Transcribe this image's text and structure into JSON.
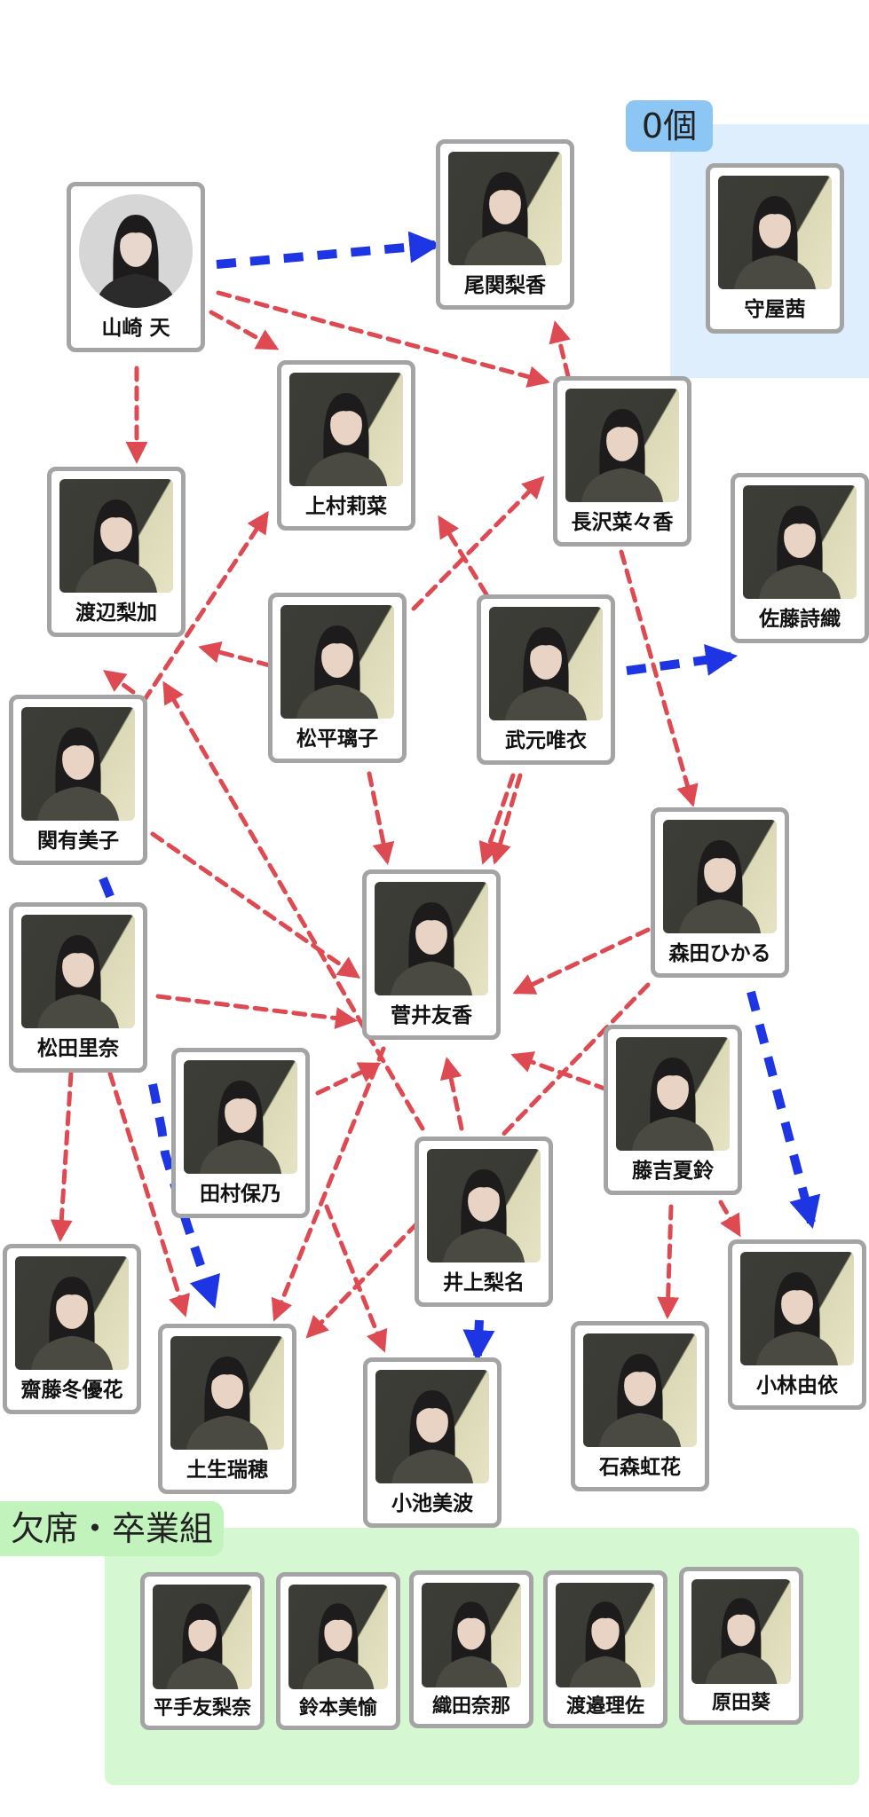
{
  "zones": {
    "zero_label": "0個",
    "absent_label": "欠席・卒業組"
  },
  "colors": {
    "red_arrow": "#dd4a52",
    "blue_arrow": "#1e35e4",
    "card_border": "#a4a4a4",
    "zero_zone": "#deeefc",
    "absent_zone": "#d5f7d1"
  },
  "members": {
    "yamasaki": "山崎 天",
    "ozeki": "尾関梨香",
    "moriya": "守屋茜",
    "kamimura": "上村莉菜",
    "nagasawa": "長沢菜々香",
    "watanabe_rika": "渡辺梨加",
    "sato": "佐藤詩織",
    "matsudaira": "松平璃子",
    "takemoto": "武元唯衣",
    "seki": "関有美子",
    "morita": "森田ひかる",
    "sugai": "菅井友香",
    "matsuda": "松田里奈",
    "tamura": "田村保乃",
    "fujiyoshi": "藤吉夏鈴",
    "inoue": "井上梨名",
    "saito": "齋藤冬優花",
    "kobayashi": "小林由依",
    "habu": "土生瑞穂",
    "koike": "小池美波",
    "ishimori": "石森虹花"
  },
  "absent_members": {
    "hirate": "平手友梨奈",
    "suzumoto": "鈴本美愉",
    "oda": "織田奈那",
    "watanabe_risa": "渡邉理佐",
    "harada": "原田葵"
  }
}
